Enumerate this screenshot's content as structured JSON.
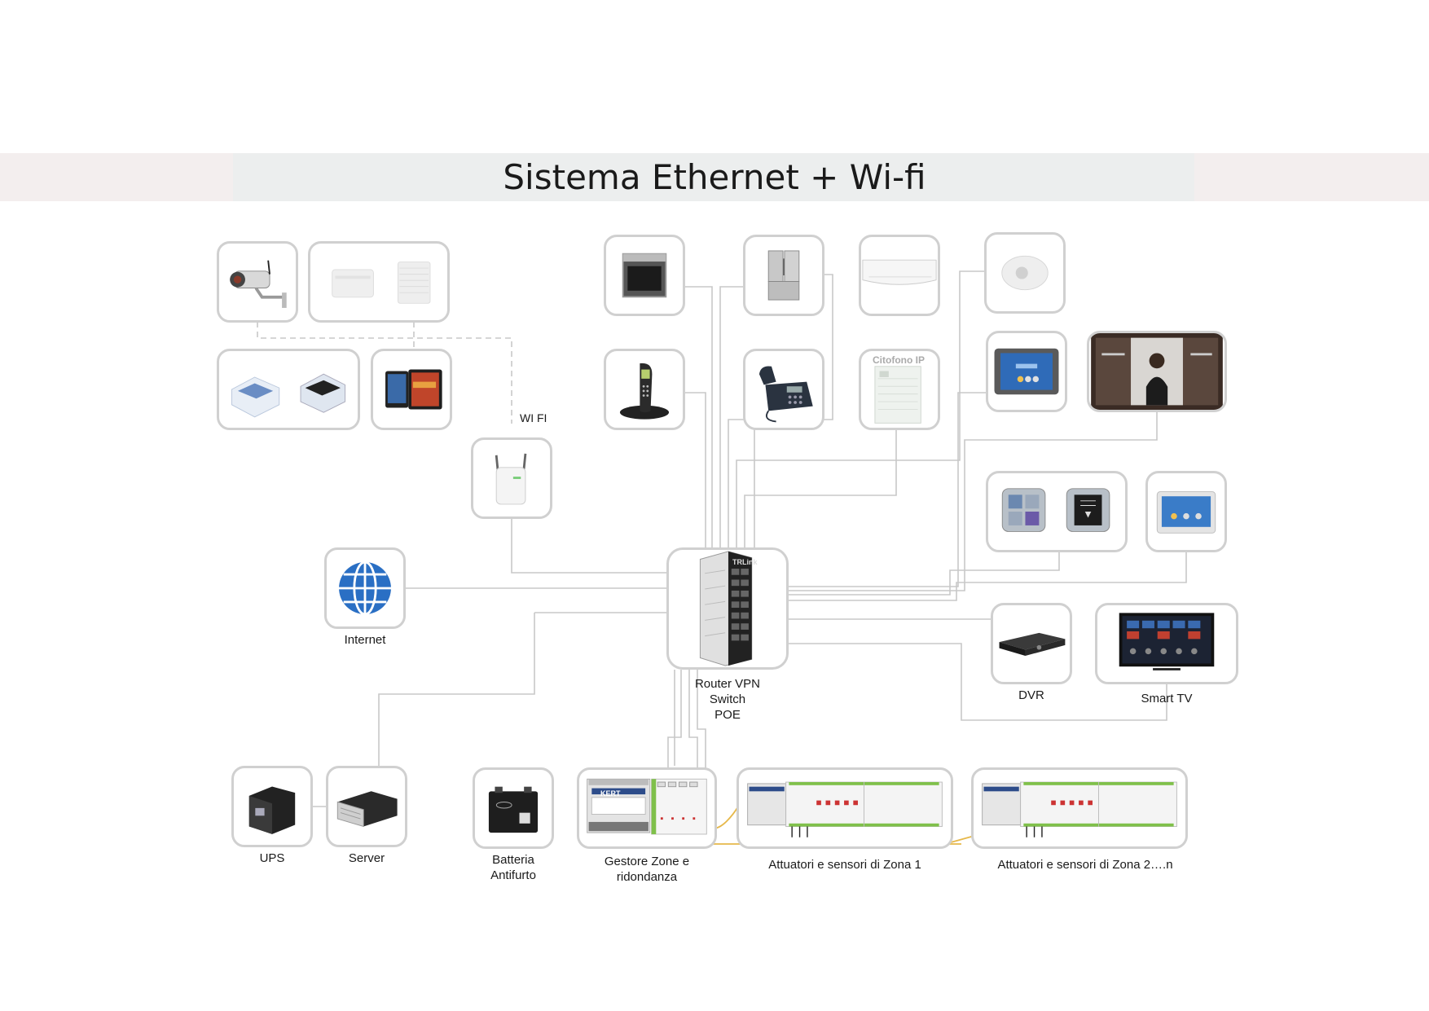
{
  "title": "Sistema Ethernet + Wi-fi",
  "wifi_label": "WI FI",
  "labels": {
    "internet": "Internet",
    "router": "Router VPN\nSwitch\nPOE",
    "dvr": "DVR",
    "smart_tv": "Smart TV",
    "ups": "UPS",
    "server": "Server",
    "batteria": "Batteria\nAntifurto",
    "gestore": "Gestore Zone e\nridondanza",
    "zona1": "Attuatori e sensori di Zona 1",
    "zona2": "Attuatori e sensori di Zona 2….n"
  },
  "device_text": {
    "citofono": "Citofono IP",
    "switch_brand": "TRLink",
    "kert": "KERT"
  },
  "colors": {
    "line": "#c8c8c8",
    "bus": "#e6b84a",
    "accent_blue": "#2a6fc4"
  }
}
